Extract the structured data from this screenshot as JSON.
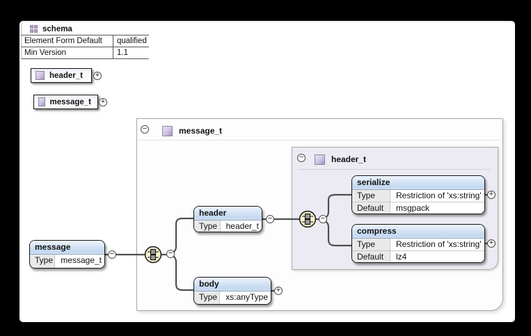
{
  "icons": {
    "collapse_glyph": "−",
    "expand_glyph": "+"
  },
  "schema_panel": {
    "title": "schema",
    "properties": [
      {
        "label": "Element Form Default",
        "value": "qualified"
      },
      {
        "label": "Min Version",
        "value": "1.1"
      }
    ]
  },
  "global_types": [
    {
      "name": "header_t"
    },
    {
      "name": "message_t"
    }
  ],
  "containers": {
    "message_t": {
      "title": "message_t"
    },
    "header_t": {
      "title": "header_t"
    }
  },
  "elements": {
    "message": {
      "name": "message",
      "rows": [
        {
          "label": "Type",
          "value": "message_t"
        }
      ]
    },
    "header": {
      "name": "header",
      "rows": [
        {
          "label": "Type",
          "value": "header_t"
        }
      ]
    },
    "body": {
      "name": "body",
      "rows": [
        {
          "label": "Type",
          "value": "xs:anyType"
        }
      ]
    },
    "serialize": {
      "name": "serialize",
      "rows": [
        {
          "label": "Type",
          "value": "Restriction of 'xs:string'"
        },
        {
          "label": "Default",
          "value": "msgpack"
        }
      ]
    },
    "compress": {
      "name": "compress",
      "rows": [
        {
          "label": "Type",
          "value": "Restriction of 'xs:string'"
        },
        {
          "label": "Default",
          "value": "lz4"
        }
      ]
    }
  },
  "colors": {
    "element_header_top": "#edf4fc",
    "element_header_bottom": "#c3d8f0",
    "compositor_fill": "#f6f3c9",
    "header_t_container_bg": "#ecebf3",
    "message_t_container_bg": "#fdfdfd",
    "type_icon_purple": "#a390c8"
  }
}
